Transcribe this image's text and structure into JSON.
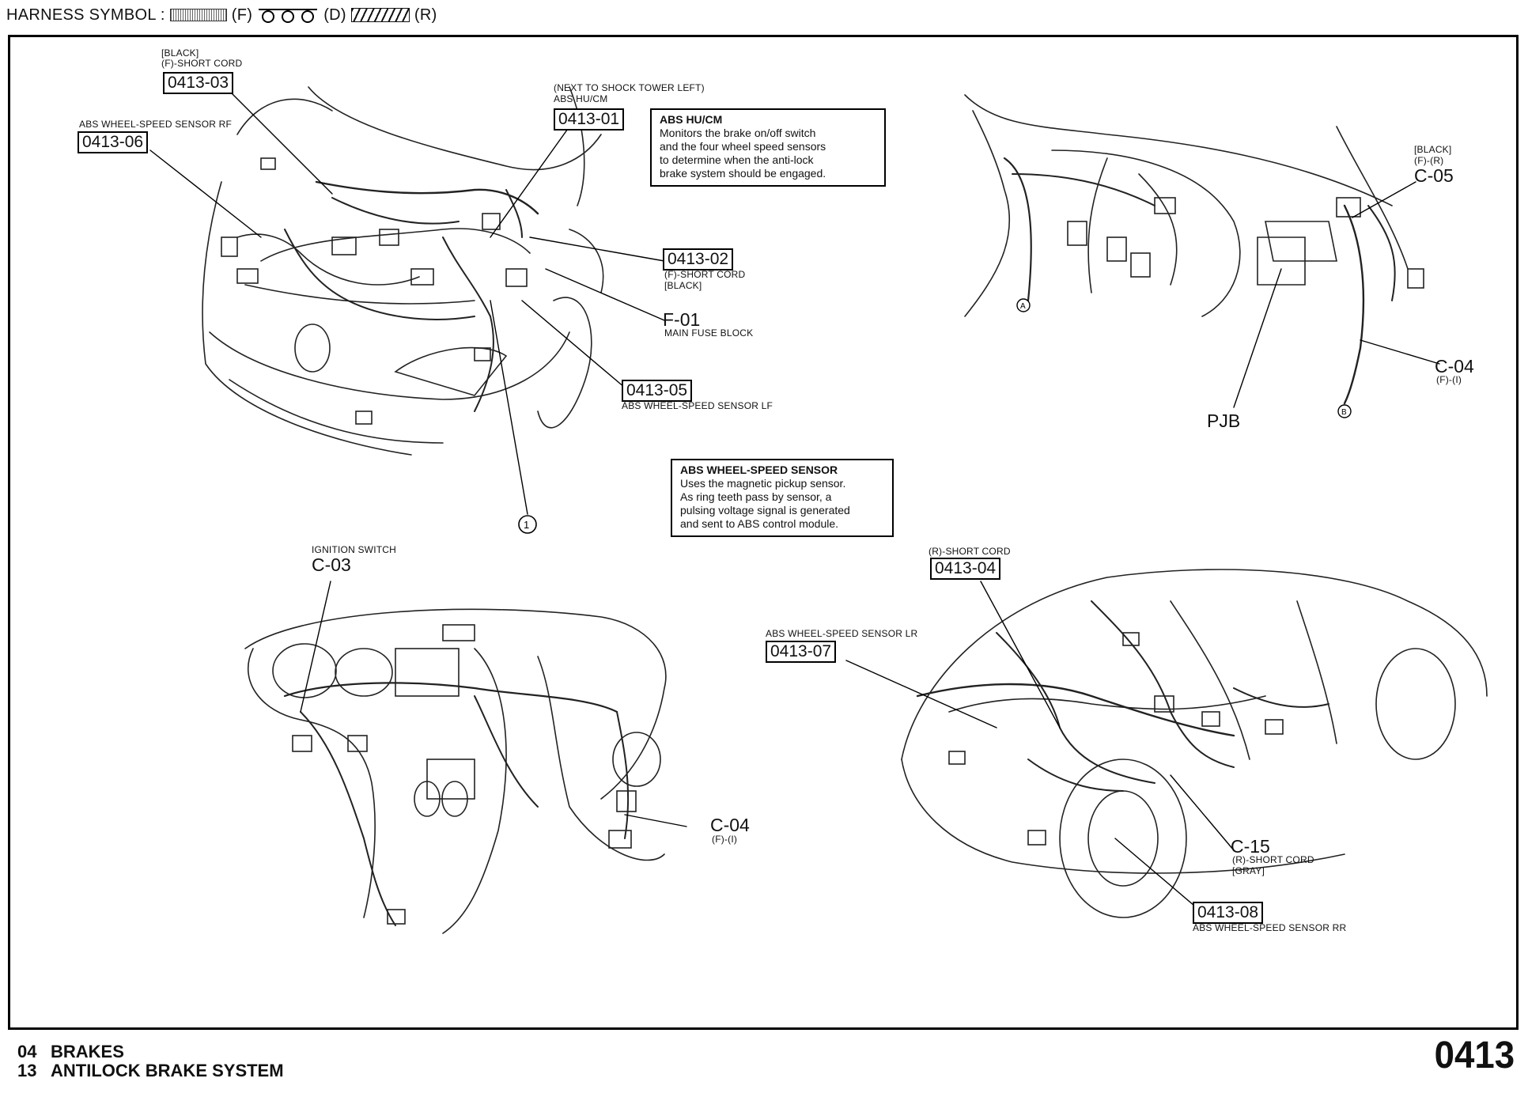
{
  "legend": {
    "title": "HARNESS SYMBOL :",
    "f": "(F)",
    "d": "(D)",
    "r": "(R)"
  },
  "callouts": {
    "c0413_03": {
      "id": "0413-03",
      "color": "[BLACK]",
      "type": "(F)-SHORT CORD"
    },
    "c0413_06": {
      "id": "0413-06",
      "desc": "ABS WHEEL-SPEED SENSOR RF"
    },
    "c0413_01": {
      "id": "0413-01",
      "loc": "(NEXT TO SHOCK TOWER LEFT)",
      "desc": "ABS HU/CM"
    },
    "c0413_02": {
      "id": "0413-02",
      "type": "(F)-SHORT CORD",
      "color": "[BLACK]"
    },
    "f01": {
      "id": "F-01",
      "desc": "MAIN FUSE BLOCK"
    },
    "c0413_05": {
      "id": "0413-05",
      "desc": "ABS WHEEL-SPEED SENSOR LF"
    },
    "c05": {
      "id": "C-05",
      "color": "[BLACK]",
      "type": "(F)-(R)"
    },
    "c04_top": {
      "id": "C-04",
      "type": "(F)-(I)"
    },
    "pjb": {
      "id": "PJB"
    },
    "c03": {
      "id": "C-03",
      "desc": "IGNITION SWITCH"
    },
    "c04_dash": {
      "id": "C-04",
      "type": "(F)-(I)"
    },
    "c0413_04": {
      "id": "0413-04",
      "type": "(R)-SHORT CORD"
    },
    "c0413_07": {
      "id": "0413-07",
      "desc": "ABS WHEEL-SPEED SENSOR LR"
    },
    "c15": {
      "id": "C-15",
      "type": "(R)-SHORT CORD",
      "color": "[GRAY]"
    },
    "c0413_08": {
      "id": "0413-08",
      "desc": "ABS WHEEL-SPEED SENSOR RR"
    },
    "circle1": "1",
    "circleA": "A",
    "circleB": "B"
  },
  "notes": {
    "hucm": {
      "title": "ABS HU/CM",
      "lines": [
        "Monitors the brake on/off switch",
        "and the four wheel speed sensors",
        "to determine when the anti-lock",
        "brake system should be engaged."
      ]
    },
    "sensor": {
      "title": "ABS WHEEL-SPEED SENSOR",
      "lines": [
        "Uses the magnetic pickup sensor.",
        "As ring teeth pass by sensor, a",
        "pulsing voltage signal is generated",
        "and sent to ABS control module."
      ]
    }
  },
  "footer": {
    "line1_num": "04",
    "line1_text": "BRAKES",
    "line2_num": "13",
    "line2_text": "ANTILOCK BRAKE SYSTEM",
    "page": "0413"
  }
}
